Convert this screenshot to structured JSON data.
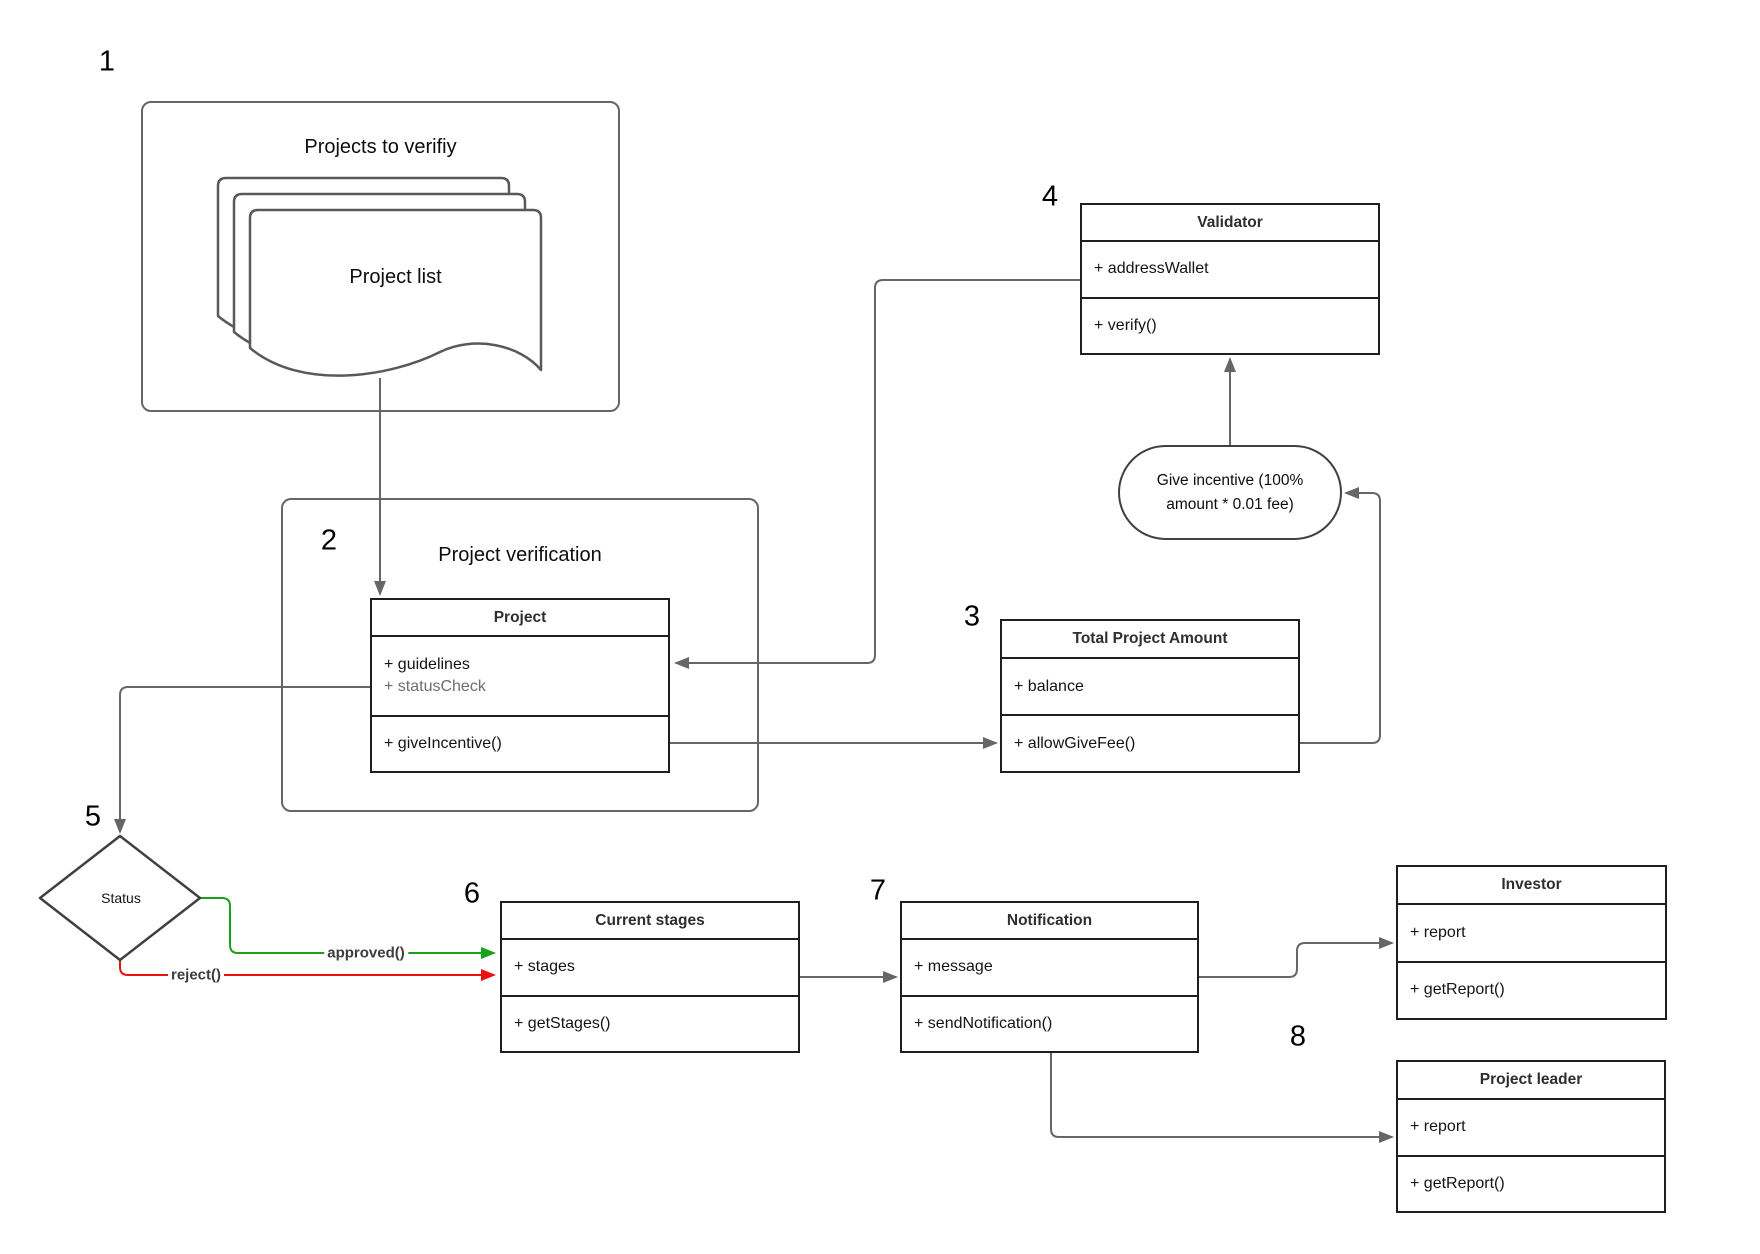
{
  "step_numbers": [
    "1",
    "2",
    "3",
    "4",
    "5",
    "6",
    "7",
    "8"
  ],
  "frames": [
    {
      "title": "Projects to verifiy"
    },
    {
      "title": "Project verification"
    }
  ],
  "document": {
    "label": "Project list"
  },
  "classes": [
    {
      "title": "Validator",
      "attributes": [
        "+ addressWallet"
      ],
      "methods": [
        "+ verify()"
      ]
    },
    {
      "title": "Project",
      "attributes": [
        "+ guidelines",
        "+ statusCheck"
      ],
      "methods": [
        "+ giveIncentive()"
      ]
    },
    {
      "title": "Total Project Amount",
      "attributes": [
        "+ balance"
      ],
      "methods": [
        "+ allowGiveFee()"
      ]
    },
    {
      "title": "Current stages",
      "attributes": [
        "+ stages"
      ],
      "methods": [
        "+ getStages()"
      ]
    },
    {
      "title": "Notification",
      "attributes": [
        "+ message"
      ],
      "methods": [
        "+ sendNotification()"
      ]
    },
    {
      "title": "Investor",
      "attributes": [
        "+ report"
      ],
      "methods": [
        "+ getReport()"
      ]
    },
    {
      "title": "Project leader",
      "attributes": [
        "+ report"
      ],
      "methods": [
        "+ getReport()"
      ]
    }
  ],
  "decision": {
    "label": "Status"
  },
  "process_note": {
    "lines": [
      "Give incentive (100%",
      "amount * 0.01 fee)"
    ]
  },
  "edge_labels": {
    "approved": "approved()",
    "reject": "reject()"
  },
  "colors": {
    "approved_green": "#1aa11a",
    "reject_red": "#ea1111",
    "connector_gray": "#666666"
  }
}
